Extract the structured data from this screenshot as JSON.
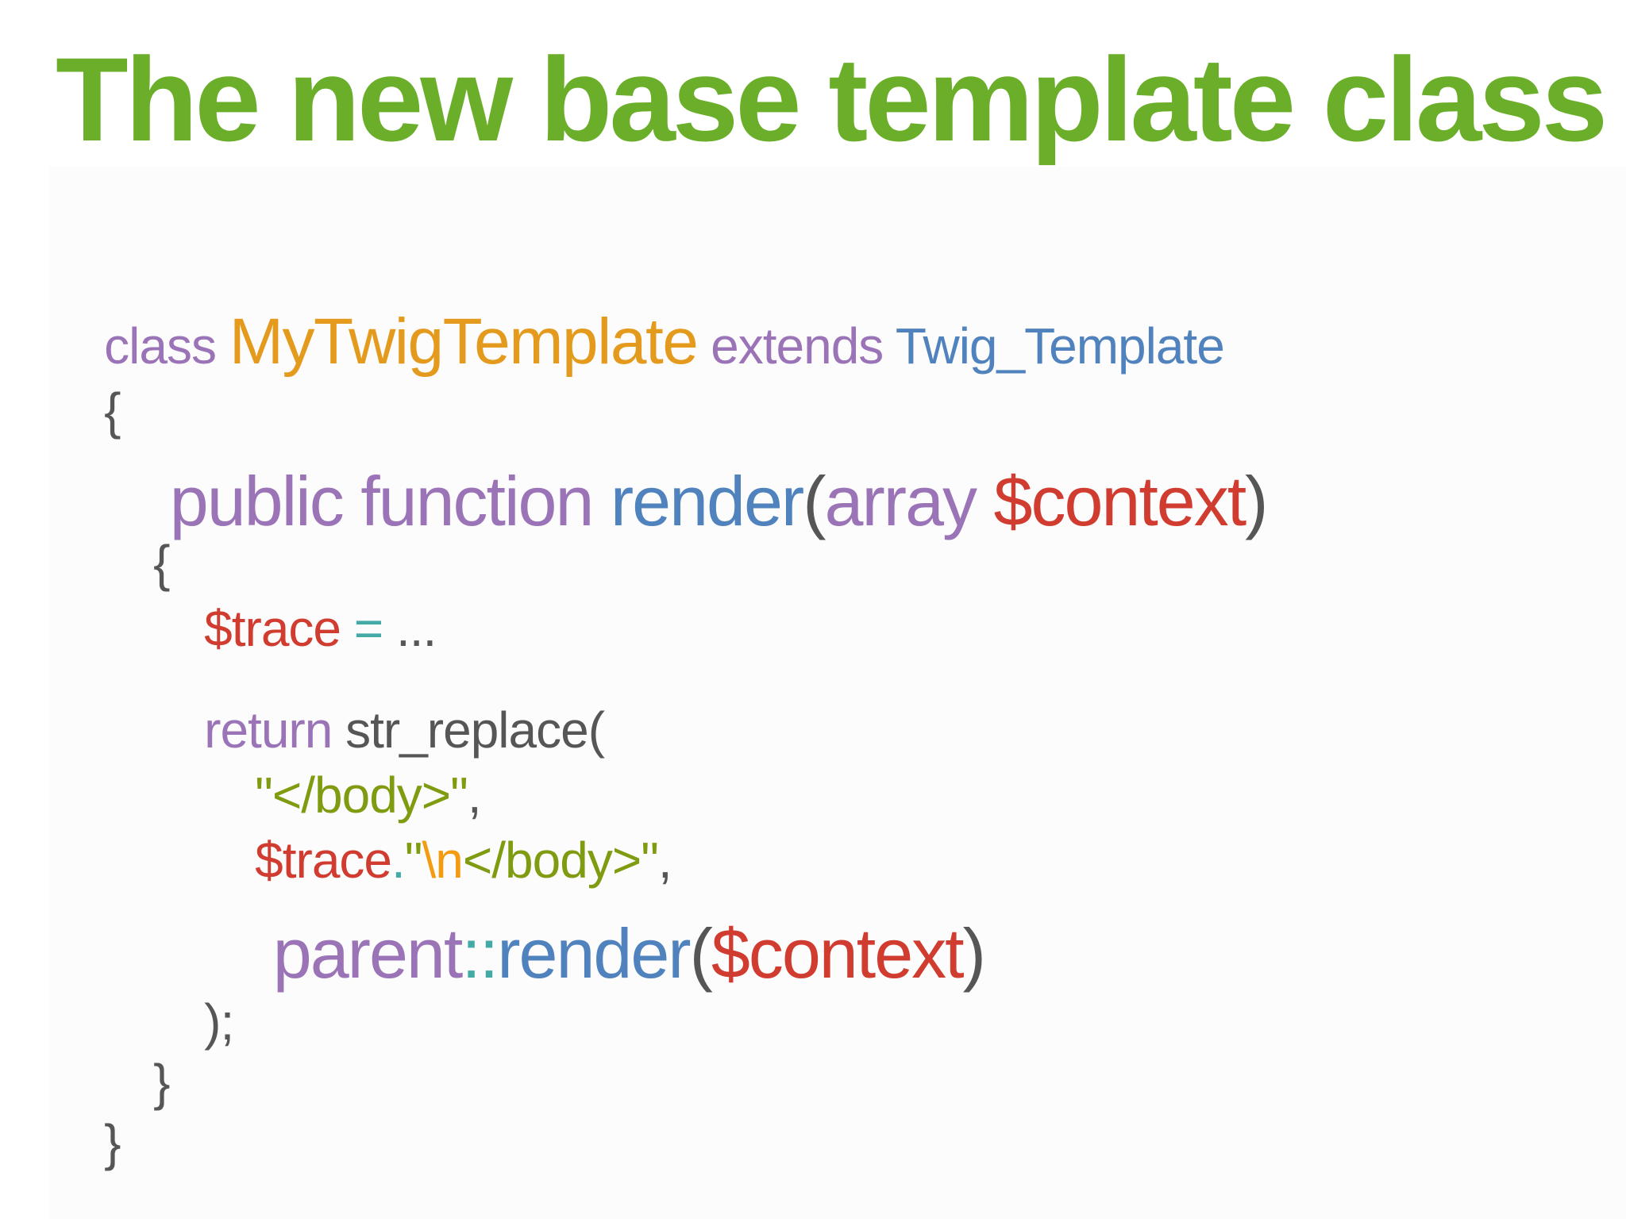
{
  "title": "The new base template class",
  "colors": {
    "title": "#6aae2a",
    "keyword": "#9b74b8",
    "class_name": "#e49b1d",
    "type_name": "#5083bd",
    "variable": "#d13c31",
    "punctuation": "#565656",
    "operator": "#44aaa6",
    "string": "#7f9b10",
    "escape": "#f49c11",
    "background": "#fcfcfc"
  },
  "code": {
    "line1": {
      "kw_class": "class",
      "class_name": "MyTwigTemplate",
      "kw_extends": "extends",
      "parent_class": "Twig_Template"
    },
    "line2": {
      "brace": "{"
    },
    "line3": {
      "kw_public": "public",
      "kw_function": "function",
      "method": "render",
      "paren_open": "(",
      "type": "array",
      "param": "$context",
      "paren_close": ")"
    },
    "line4": {
      "brace": "{"
    },
    "line5": {
      "var": "$trace",
      "op": "=",
      "ellipsis": "..."
    },
    "line6": {
      "kw_return": "return",
      "func": "str_replace("
    },
    "line7": {
      "quote_open": "\"",
      "string": "</body>",
      "quote_close": "\"",
      "comma": ","
    },
    "line8": {
      "var": "$trace",
      "concat": ".",
      "quote_open": "\"",
      "escape": "\\n",
      "string": "</body>",
      "quote_close": "\"",
      "comma": ","
    },
    "line9": {
      "kw_parent": "parent",
      "scope": "::",
      "method": "render",
      "paren_open": "(",
      "arg": "$context",
      "paren_close": ")"
    },
    "line10": {
      "close": ");"
    },
    "line11": {
      "brace": "}"
    },
    "line12": {
      "brace": "}"
    }
  }
}
